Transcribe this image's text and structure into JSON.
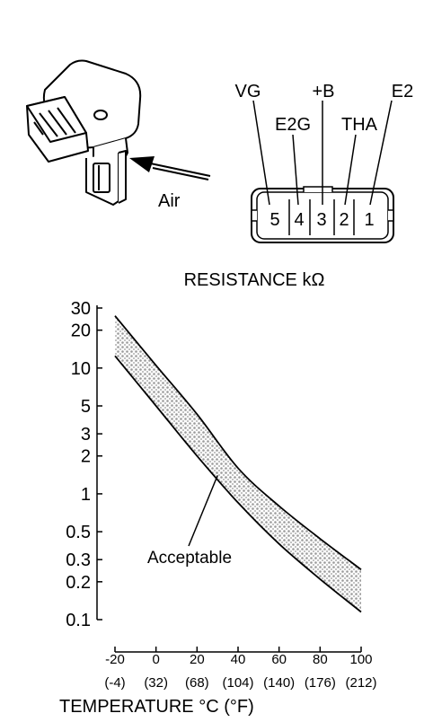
{
  "sensor": {
    "air_label": "Air"
  },
  "connector": {
    "terminal_labels": [
      "VG",
      "E2G",
      "+B",
      "THA",
      "E2"
    ],
    "pin_numbers": [
      "5",
      "4",
      "3",
      "2",
      "1"
    ]
  },
  "chart_data": {
    "type": "area",
    "ylabel": "RESISTANCE kΩ",
    "xlabel": "TEMPERATURE °C (°F)",
    "y_scale": "log",
    "ylim": [
      0.1,
      30
    ],
    "xlim": [
      -20,
      100
    ],
    "y_ticks": [
      {
        "value": 30,
        "label": "30"
      },
      {
        "value": 20,
        "label": "20"
      },
      {
        "value": 10,
        "label": "10"
      },
      {
        "value": 5,
        "label": "5"
      },
      {
        "value": 3,
        "label": "3"
      },
      {
        "value": 2,
        "label": "2"
      },
      {
        "value": 1,
        "label": "1"
      },
      {
        "value": 0.5,
        "label": "0.5"
      },
      {
        "value": 0.3,
        "label": "0.3"
      },
      {
        "value": 0.2,
        "label": "0.2"
      },
      {
        "value": 0.1,
        "label": "0.1"
      }
    ],
    "x_ticks": [
      {
        "value": -20,
        "label": "-20",
        "sub": "(-4)"
      },
      {
        "value": 0,
        "label": "0",
        "sub": "(32)"
      },
      {
        "value": 20,
        "label": "20",
        "sub": "(68)"
      },
      {
        "value": 40,
        "label": "40",
        "sub": "(104)"
      },
      {
        "value": 60,
        "label": "60",
        "sub": "(140)"
      },
      {
        "value": 80,
        "label": "80",
        "sub": "(176)"
      },
      {
        "value": 100,
        "label": "100",
        "sub": "(212)"
      }
    ],
    "series": [
      {
        "x": [
          -20,
          0,
          20,
          40,
          60,
          80,
          100
        ],
        "values": [
          26,
          10.5,
          4.3,
          1.6,
          0.8,
          0.44,
          0.25
        ]
      },
      {
        "x": [
          -20,
          0,
          20,
          40,
          60,
          80,
          100
        ],
        "values": [
          12.5,
          5,
          2,
          0.85,
          0.4,
          0.21,
          0.115
        ]
      }
    ],
    "annotation": "Acceptable",
    "annotation_target": {
      "x": 30,
      "y": 1.4
    },
    "grid": false
  }
}
